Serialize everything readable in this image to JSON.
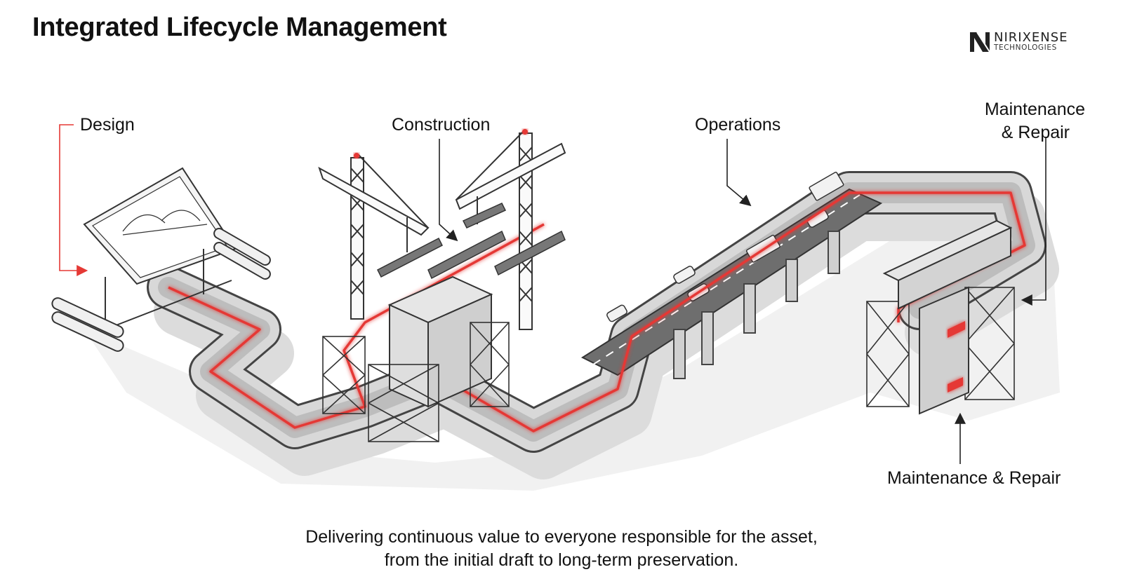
{
  "header": {
    "title": "Integrated Lifecycle Management"
  },
  "logo": {
    "name": "NIRIXENSE",
    "subtitle": "TECHNOLOGIES",
    "icon": "nx-logo-icon"
  },
  "stages": {
    "design": "Design",
    "construction": "Construction",
    "operations": "Operations",
    "maintenance_top_line1": "Maintenance",
    "maintenance_top_line2": "& Repair",
    "maintenance_bottom": "Maintenance & Repair"
  },
  "footer": {
    "line1": "Delivering continuous value to everyone responsible for the asset,",
    "line2": "from the initial draft to long-term preservation."
  },
  "colors": {
    "accent": "#e53935",
    "structure": "#555555",
    "road": "#6e6e6e",
    "ground": "#eeeeee"
  }
}
